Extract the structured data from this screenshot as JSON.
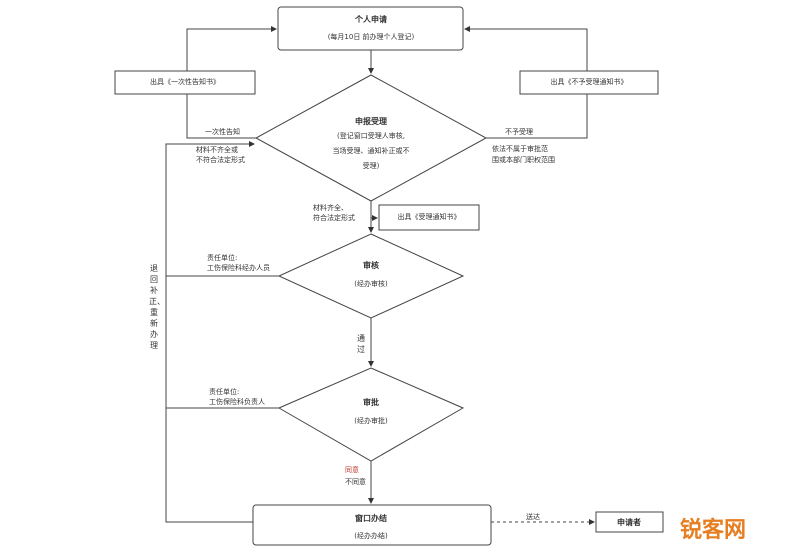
{
  "nodes": {
    "apply_title": "个人申请",
    "apply_sub": "(每月10日 前办理个人登记)",
    "left_box": "出具《一次性告知书》",
    "right_box": "出具《不予受理通知书》",
    "accept_title": "申报受理",
    "accept_line1": "(登记窗口受理人审核,",
    "accept_line2": "当场受理、通知补正或不",
    "accept_line3": "受理)",
    "mid_box": "出具《受理通知书》",
    "review_title": "审核",
    "review_sub": "(经办审核)",
    "approve_title": "审批",
    "approve_sub": "(经办审批)",
    "window_title": "窗口办结",
    "window_sub": "(经办办结)",
    "applicant": "申请者"
  },
  "labels": {
    "left_top1": "一次性告知",
    "left_top2": "材料不齐全或",
    "left_top3": "不符合法定形式",
    "right_top1": "不予受理",
    "right_top2": "依法不属于审批范",
    "right_top3": "围或本部门职权范围",
    "complete1": "材料齐全、",
    "complete2": "符合法定形式",
    "review_left1": "责任单位:",
    "review_left2": "工伤保险科经办人员",
    "pass": "通过",
    "approve_left1": "责任单位:",
    "approve_left2": "工伤保险科负责人",
    "agree": "同意",
    "disagree": "不同意",
    "deliver": "送达",
    "side_vertical": "退回补正、重新办理"
  },
  "watermark": "锐客网"
}
